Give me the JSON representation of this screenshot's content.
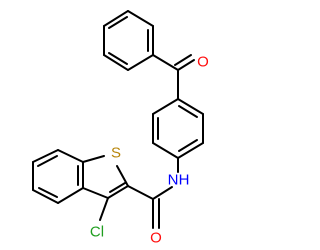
{
  "molecule": {
    "atoms": {
      "oxygen_ketone": {
        "symbol": "O",
        "color": "#ff0d0d"
      },
      "sulfur": {
        "symbol": "S",
        "color": "#b8860b"
      },
      "nitrogen": {
        "symbol": "N",
        "color": "#0000ff"
      },
      "hydrogen": {
        "symbol": "H",
        "color": "#0000ff"
      },
      "chlorine": {
        "symbol": "Cl",
        "color": "#1f9e1f"
      },
      "oxygen_amide": {
        "symbol": "O",
        "color": "#ff0d0d"
      }
    },
    "bond_color": "#000000"
  }
}
